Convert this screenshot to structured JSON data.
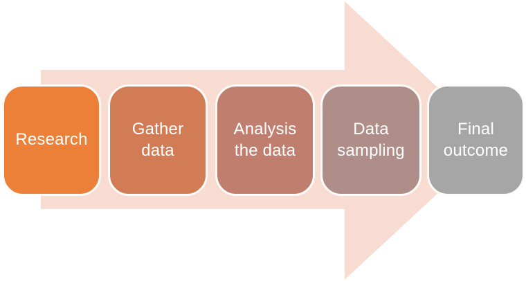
{
  "diagram": {
    "type": "process-flow-arrow",
    "background_color": "#FFFFFF",
    "arrow_color": "#F8DBD1",
    "text_color": "#FFFFFF",
    "steps": [
      {
        "label": "Research",
        "color": "#EC8038"
      },
      {
        "label": "Gather\ndata",
        "color": "#D27C55"
      },
      {
        "label": "Analysis\nthe data",
        "color": "#C07E6E"
      },
      {
        "label": "Data\nsampling",
        "color": "#AF8D89"
      },
      {
        "label": "Final\noutcome",
        "color": "#A6A6A6"
      }
    ]
  }
}
